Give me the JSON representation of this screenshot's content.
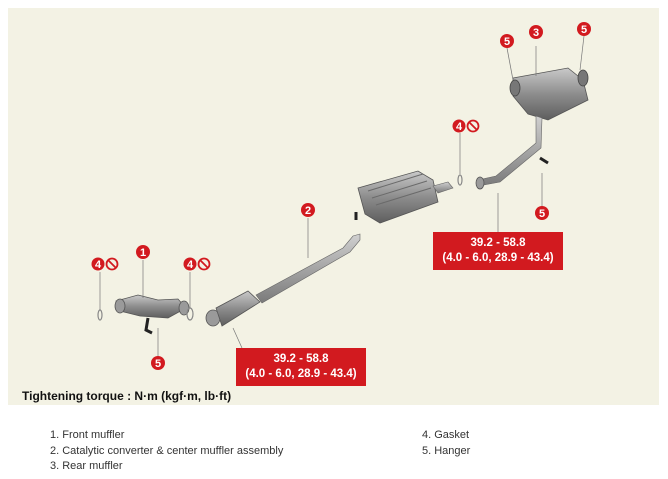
{
  "diagram": {
    "callouts": {
      "front_muffler": "1",
      "cat_converter": "2",
      "rear_muffler": "3",
      "gasket_left": "4",
      "gasket_mid": "4",
      "gasket_right": "4",
      "hanger_front": "5",
      "hanger_rear_left": "5",
      "hanger_rear_right": "5",
      "hanger_mid": "5"
    },
    "torque_right": {
      "line1": "39.2 - 58.8",
      "line2": "(4.0 - 6.0, 28.9 - 43.4)"
    },
    "torque_bottom": {
      "line1": "39.2 - 58.8",
      "line2": "(4.0 - 6.0, 28.9 - 43.4)"
    },
    "caption": "Tightening torque : N·m (kgf·m, lb·ft)"
  },
  "legend": {
    "left": [
      "1. Front muffler",
      "2. Catalytic converter & center muffler assembly",
      "3. Rear muffler"
    ],
    "right": [
      "4. Gasket",
      "5. Hanger"
    ]
  },
  "colors": {
    "callout_red": "#d21a1f",
    "background": "#f3f2e4",
    "muffler_gray": "#8a8a8a"
  },
  "icons": {
    "gasket_note": "no-reuse-icon"
  }
}
